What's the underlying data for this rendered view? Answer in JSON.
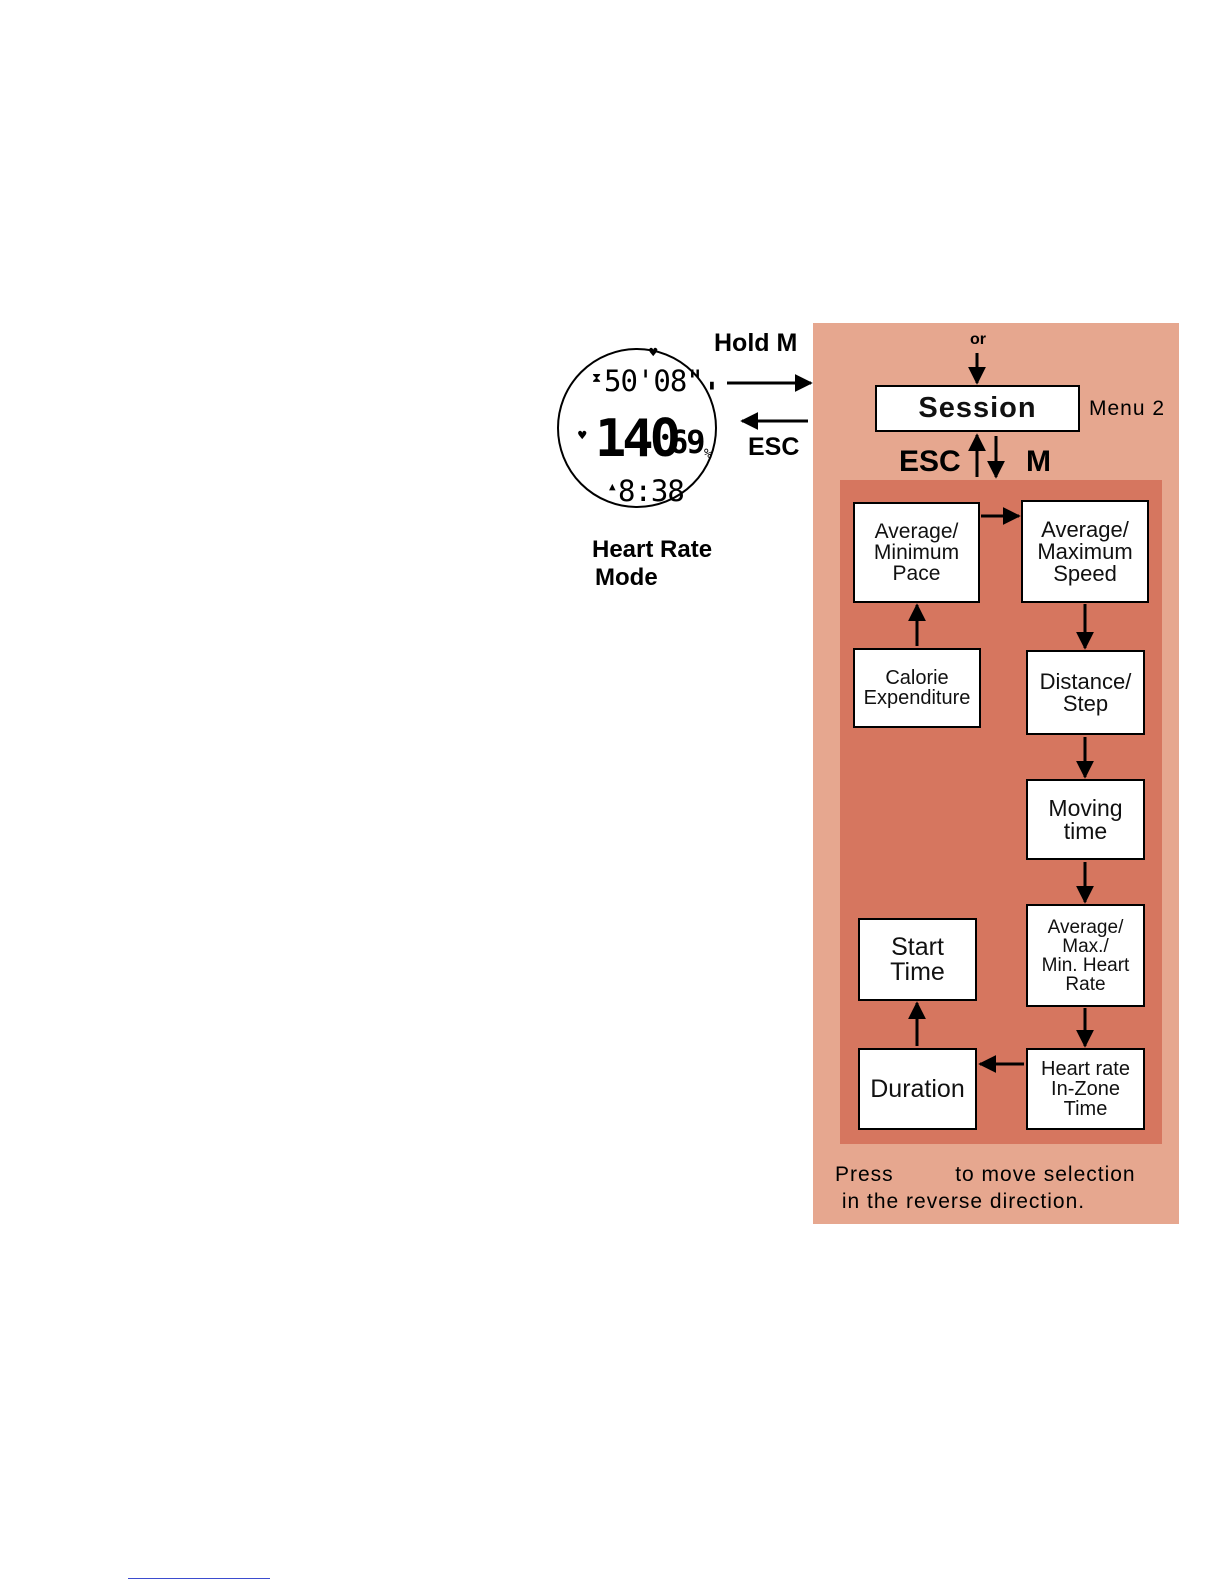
{
  "watch": {
    "top_time": "50'08\"",
    "heart_rate": "140",
    "percent": "69",
    "percent_unit": "%",
    "bottom_time": "8:38",
    "caption_line1": "Heart Rate",
    "caption_line2": "Mode"
  },
  "labels": {
    "hold_m": "Hold M",
    "esc_left": "ESC",
    "or": "or",
    "session": "Session",
    "menu": "Menu 2",
    "esc_mid": "ESC",
    "m_mid": "M",
    "footer_line1": "Press         to move selection",
    "footer_line2": " in the reverse direction."
  },
  "boxes": {
    "avg_min_pace": "Average/\nMinimum\nPace",
    "avg_max_speed": "Average/\nMaximum\nSpeed",
    "calorie": "Calorie\nExpenditure",
    "distance_step": "Distance/\nStep",
    "moving_time": "Moving\ntime",
    "avg_max_min_hr": "Average/\nMax./\nMin. Heart\nRate",
    "start_time": "Start\nTime",
    "duration": "Duration",
    "hr_in_zone": "Heart rate\nIn-Zone\nTime"
  },
  "colors": {
    "outer_panel": "#e6a78f",
    "inner_panel": "#d6765f",
    "box_fill": "#ffffff",
    "footer_link_line": "#3b4ccf"
  }
}
